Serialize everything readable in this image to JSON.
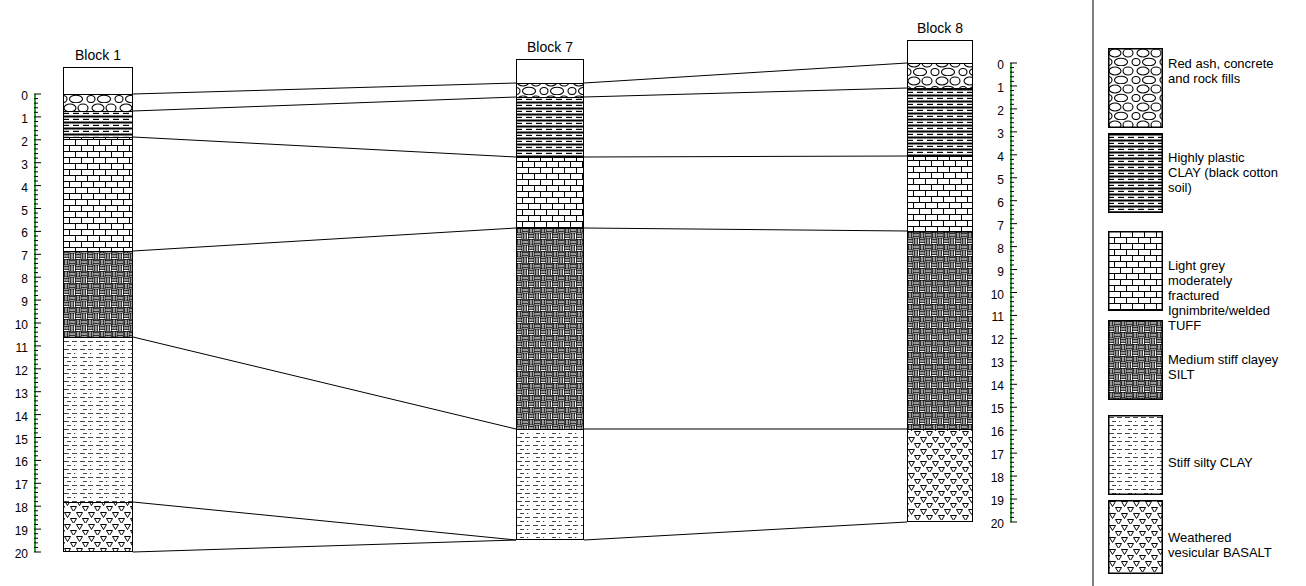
{
  "diagram": {
    "nodes": [
      {
        "text": [
          "Block 1"
        ]
      },
      {
        "text": [
          "Block 7"
        ]
      },
      {
        "text": [
          "Block 8"
        ]
      }
    ],
    "edges": [
      {
        "from": 0,
        "to": 1,
        "arrow": "none"
      },
      {
        "from": 0,
        "to": 1,
        "arrow": "none"
      },
      {
        "from": 0,
        "to": 1,
        "arrow": "none"
      },
      {
        "from": 0,
        "to": 1,
        "arrow": "none"
      },
      {
        "from": 0,
        "to": 1,
        "arrow": "none"
      },
      {
        "from": 0,
        "to": 1,
        "arrow": "none"
      },
      {
        "from": 0,
        "to": 1,
        "arrow": "none"
      },
      {
        "from": 1,
        "to": 2,
        "arrow": "none"
      },
      {
        "from": 1,
        "to": 2,
        "arrow": "none"
      },
      {
        "from": 1,
        "to": 2,
        "arrow": "none"
      },
      {
        "from": 1,
        "to": 2,
        "arrow": "none"
      },
      {
        "from": 1,
        "to": 2,
        "arrow": "none"
      },
      {
        "from": 1,
        "to": 2,
        "arrow": "none"
      }
    ],
    "labels": [
      "0",
      "1",
      "2",
      "3",
      "4",
      "5",
      "6",
      "7",
      "8",
      "9",
      "10",
      "11",
      "12",
      "13",
      "14",
      "15",
      "16",
      "17",
      "18",
      "19",
      "20",
      "0",
      "1",
      "2",
      "3",
      "4",
      "5",
      "6",
      "7",
      "8",
      "9",
      "10",
      "11",
      "12",
      "13",
      "14",
      "15",
      "16",
      "17",
      "18",
      "19",
      "20"
    ],
    "legend": [
      {
        "text": "Red ash, concrete and rock fills"
      },
      {
        "text": "Highly plastic CLAY (black cotton soil)"
      },
      {
        "text": "Light grey moderately fractured Ignimbrite/welded TUFF"
      },
      {
        "text": "Medium stiff clayey SILT"
      },
      {
        "text": "Stiff silty CLAY"
      },
      {
        "text": "Weathered vesicular BASALT"
      }
    ]
  }
}
